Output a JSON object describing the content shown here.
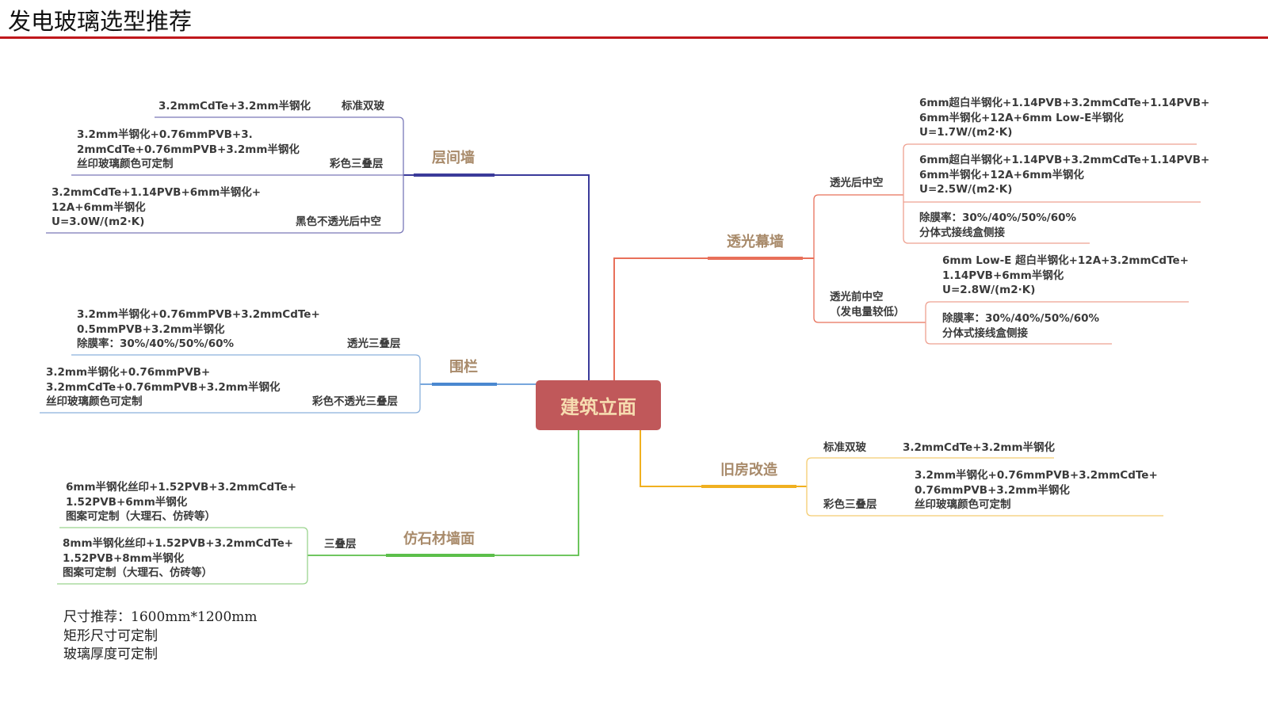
{
  "title": "发电玻璃选型推荐",
  "center": "建筑立面",
  "colors": {
    "accent_rule": "#c0181c",
    "center_box": "#c0585a",
    "wall": "#3a3a9a",
    "fence": "#4a88d0",
    "stone": "#5cbf4a",
    "curtain": "#e8705a",
    "retrofit": "#f0b020"
  },
  "branches": {
    "interfloor_wall": {
      "label": "层间墙",
      "leaves": [
        {
          "type": "标准双玻",
          "lines": [
            "3.2mmCdTe+3.2mm半钢化"
          ]
        },
        {
          "type": "彩色三叠层",
          "lines": [
            "3.2mm半钢化+0.76mmPVB+3.",
            "2mmCdTe+0.76mmPVB+3.2mm半钢化",
            "丝印玻璃颜色可定制"
          ]
        },
        {
          "type": "黑色不透光后中空",
          "lines": [
            "3.2mmCdTe+1.14PVB+6mm半钢化+",
            "12A+6mm半钢化",
            "U=3.0W/(m2·K)"
          ]
        }
      ]
    },
    "fence": {
      "label": "围栏",
      "leaves": [
        {
          "type": "透光三叠层",
          "lines": [
            "3.2mm半钢化+0.76mmPVB+3.2mmCdTe+",
            "0.5mmPVB+3.2mm半钢化",
            "除膜率：30%/40%/50%/60%"
          ]
        },
        {
          "type": "彩色不透光三叠层",
          "lines": [
            "3.2mm半钢化+0.76mmPVB+",
            "3.2mmCdTe+0.76mmPVB+3.2mm半钢化",
            "丝印玻璃颜色可定制"
          ]
        }
      ]
    },
    "stone_wall": {
      "label": "仿石材墙面",
      "type": "三叠层",
      "leaves": [
        {
          "lines": [
            "6mm半钢化丝印+1.52PVB+3.2mmCdTe+",
            "1.52PVB+6mm半钢化",
            "图案可定制（大理石、仿砖等）"
          ]
        },
        {
          "lines": [
            "8mm半钢化丝印+1.52PVB+3.2mmCdTe+",
            "1.52PVB+8mm半钢化",
            "图案可定制（大理石、仿砖等）"
          ]
        }
      ]
    },
    "curtain_wall": {
      "label": "透光幕墙",
      "subs": [
        {
          "label": "透光后中空",
          "leaves": [
            {
              "lines": [
                "6mm超白半钢化+1.14PVB+3.2mmCdTe+1.14PVB+",
                "6mm半钢化+12A+6mm Low-E半钢化",
                "U=1.7W/(m2·K)"
              ]
            },
            {
              "lines": [
                "6mm超白半钢化+1.14PVB+3.2mmCdTe+1.14PVB+",
                "6mm半钢化+12A+6mm半钢化",
                "U=2.5W/(m2·K)"
              ]
            },
            {
              "lines": [
                "除膜率：30%/40%/50%/60%",
                "分体式接线盒侧接"
              ]
            }
          ]
        },
        {
          "label": "透光前中空",
          "note": "（发电量较低）",
          "leaves": [
            {
              "lines": [
                "6mm Low-E 超白半钢化+12A+3.2mmCdTe+",
                "1.14PVB+6mm半钢化",
                "U=2.8W/(m2·K)"
              ]
            },
            {
              "lines": [
                "除膜率：30%/40%/50%/60%",
                "分体式接线盒侧接"
              ]
            }
          ]
        }
      ]
    },
    "retrofit": {
      "label": "旧房改造",
      "leaves": [
        {
          "type": "标准双玻",
          "lines": [
            "3.2mmCdTe+3.2mm半钢化"
          ]
        },
        {
          "type": "彩色三叠层",
          "lines": [
            "3.2mm半钢化+0.76mmPVB+3.2mmCdTe+",
            "0.76mmPVB+3.2mm半钢化",
            "丝印玻璃颜色可定制"
          ]
        }
      ]
    }
  },
  "footer": [
    "尺寸推荐：1600mm*1200mm",
    "矩形尺寸可定制",
    "玻璃厚度可定制"
  ]
}
